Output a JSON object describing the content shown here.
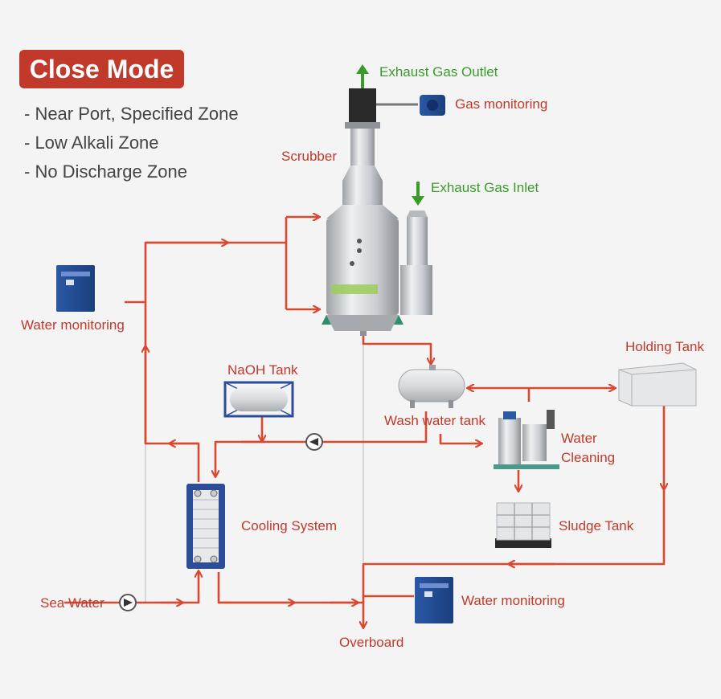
{
  "mode": {
    "title": "Close Mode"
  },
  "conditions": [
    "- Near Port, Specified Zone",
    "- Low Alkali Zone",
    "- No Discharge Zone"
  ],
  "labels": {
    "exhaust_gas_outlet": "Exhaust Gas Outlet",
    "gas_monitoring": "Gas monitoring",
    "scrubber": "Scrubber",
    "exhaust_gas_inlet": "Exhaust Gas Inlet",
    "water_monitoring_left": "Water monitoring",
    "holding_tank": "Holding Tank",
    "naoh_tank": "NaOH Tank",
    "wash_water_tank": "Wash water tank",
    "water_cleaning_line1": "Water",
    "water_cleaning_line2": "Cleaning",
    "cooling_system": "Cooling System",
    "sludge_tank": "Sludge Tank",
    "sea_water": "Sea Water",
    "water_monitoring_right": "Water monitoring",
    "overboard": "Overboard"
  },
  "colors": {
    "flow_line": "#d9482f",
    "gas_arrow": "#3a9a2a",
    "label_red": "#c0392b",
    "label_green": "#3a9a2a",
    "equipment_blue": "#2c5aa0"
  }
}
